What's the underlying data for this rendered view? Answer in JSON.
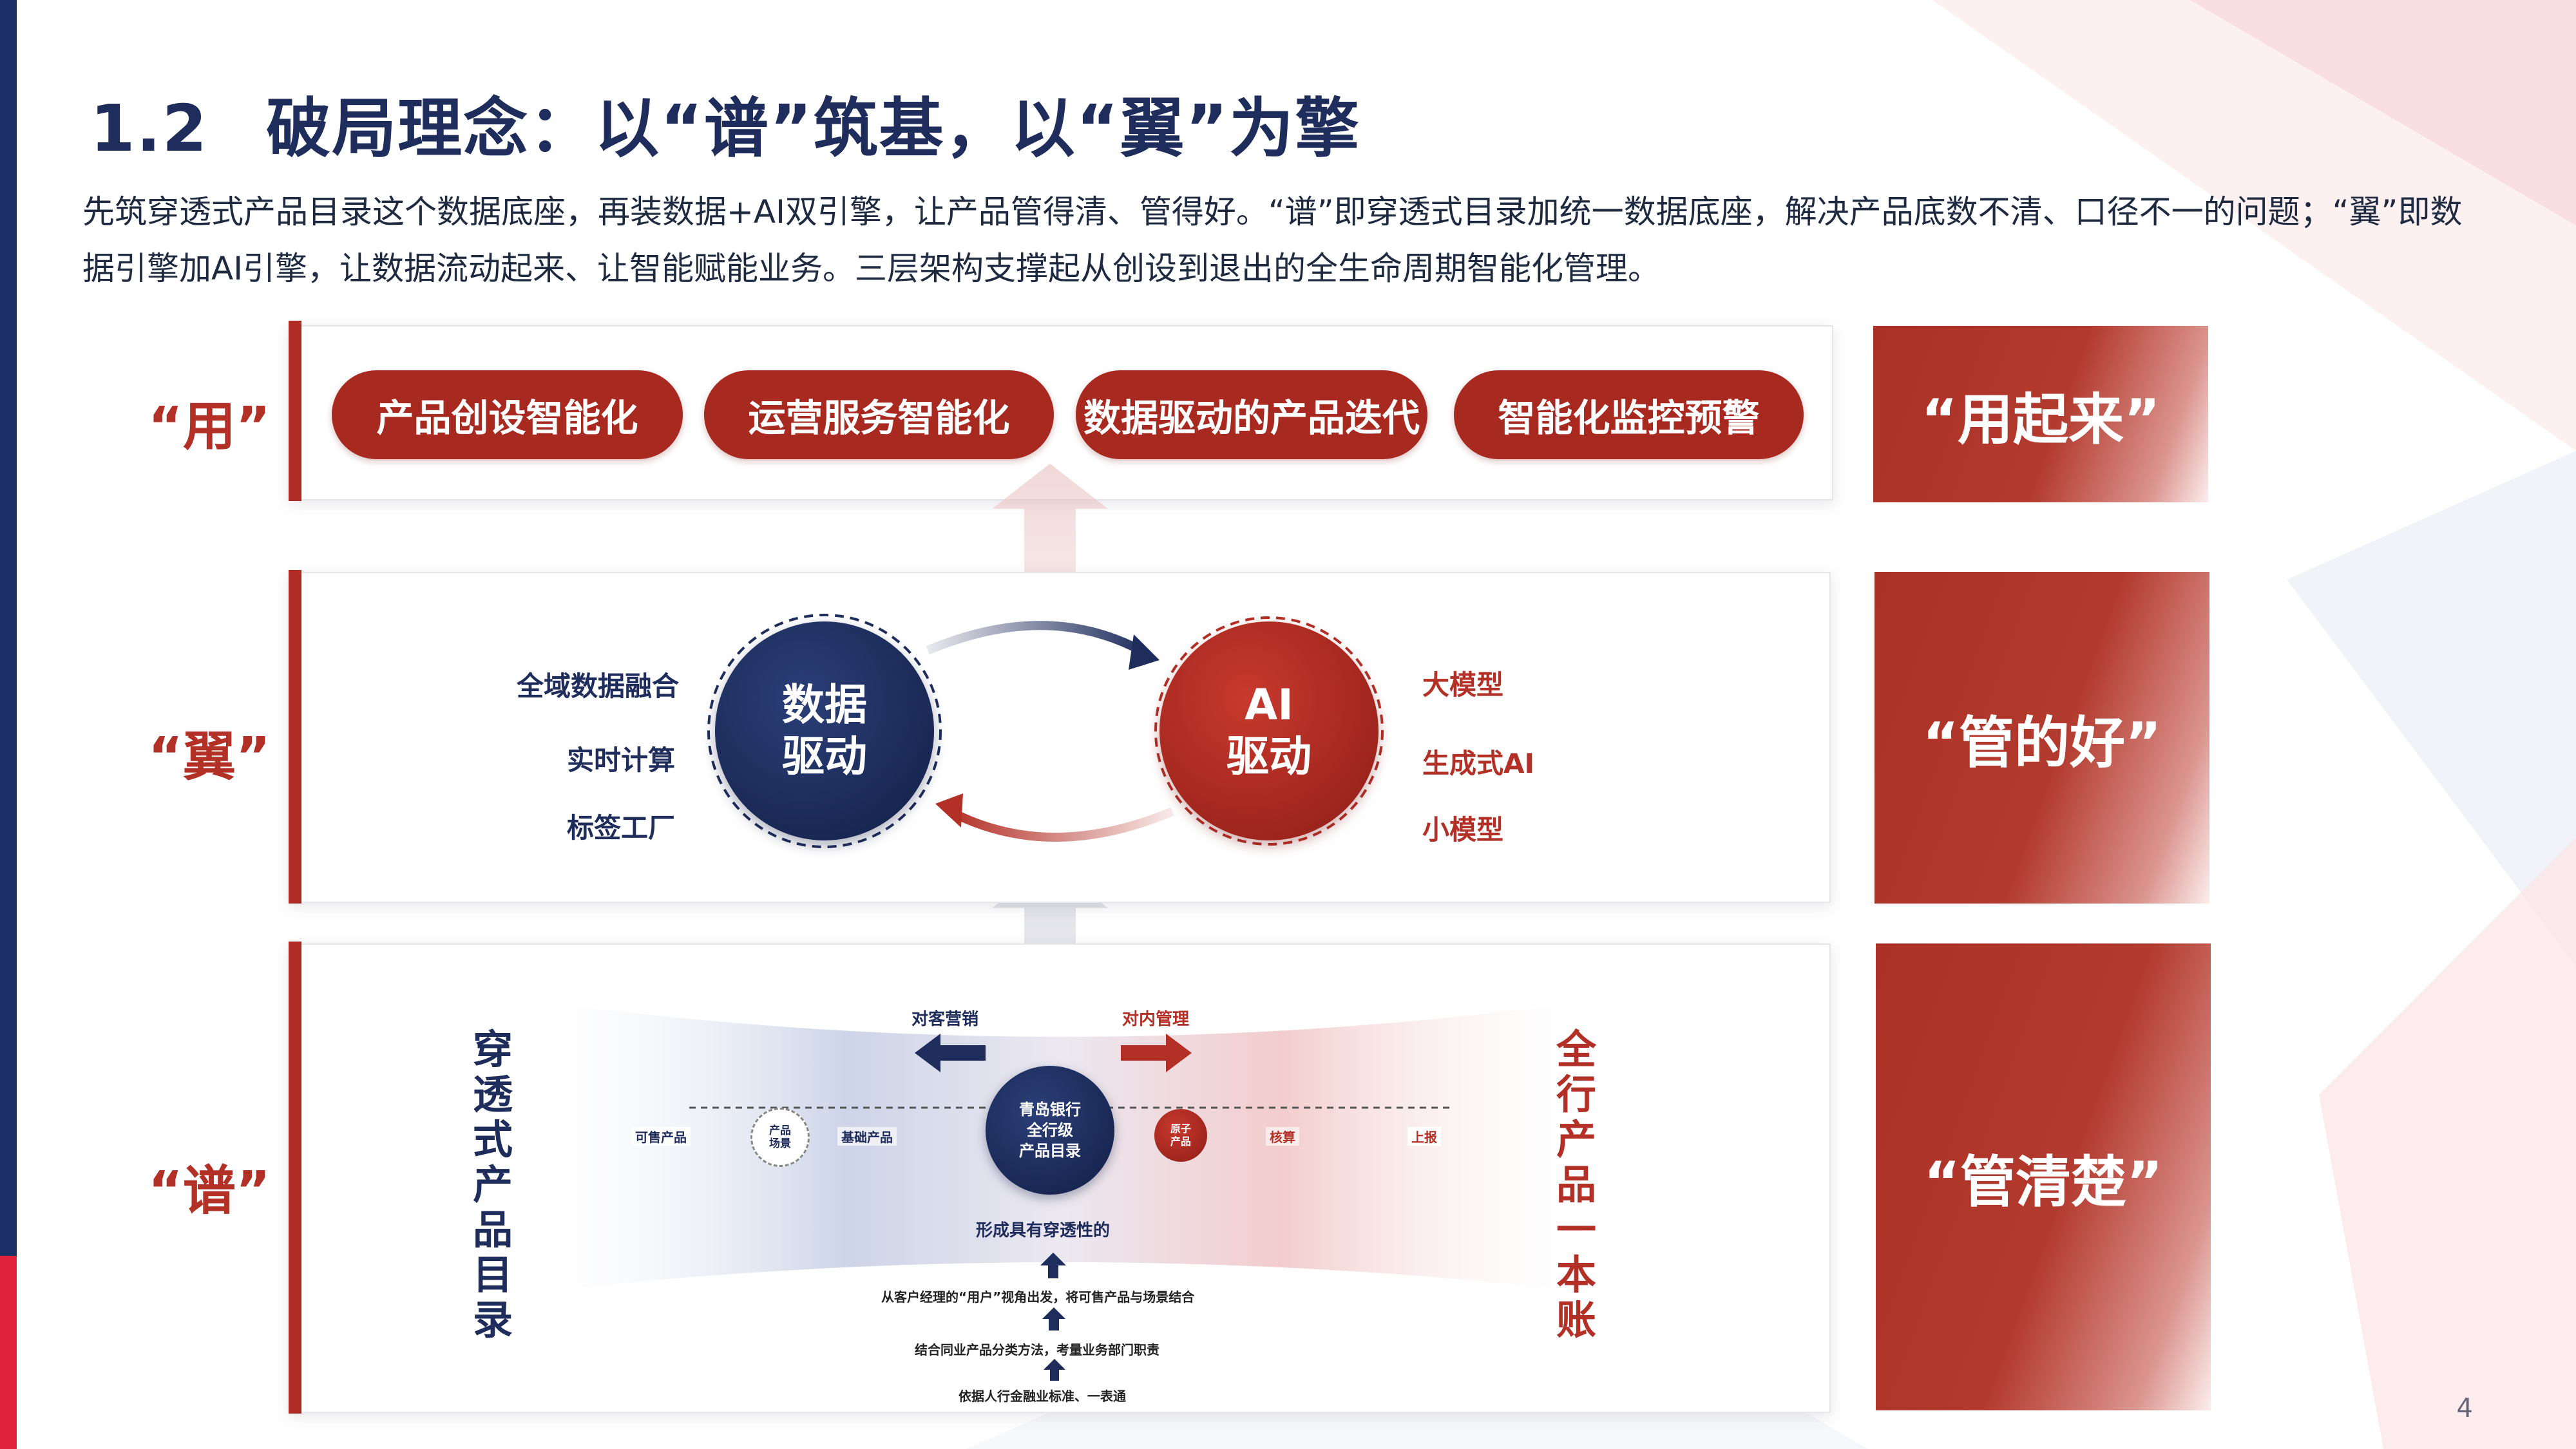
{
  "title": {
    "number": "1.2",
    "text": "破局理念：以“谱”筑基，以“翼”为擎"
  },
  "subtitle": "先筑穿透式产品目录这个数据底座，再装数据+AI双引擎，让产品管得清、管得好。“谱”即穿透式目录加统一数据底座，解决产品底数不清、口径不一的问题；“翼”即数据引擎加AI引擎，让数据流动起来、让智能赋能业务。三层架构支撑起从创设到退出的全生命周期智能化管理。",
  "layers": {
    "use": {
      "label": "“用”",
      "pills": [
        "产品创设智能化",
        "运营服务智能化",
        "数据驱动的产品迭代",
        "智能化监控预警"
      ],
      "tag": "“用起来”"
    },
    "wing": {
      "label": "“翼”",
      "left_items": [
        "全域数据融合",
        "实时计算",
        "标签工厂"
      ],
      "data_circle": [
        "数据",
        "驱动"
      ],
      "ai_circle": [
        "AI",
        "驱动"
      ],
      "right_items": [
        "大模型",
        "生成式AI",
        "小模型"
      ],
      "tag": "“管的好”"
    },
    "spectrum": {
      "label": "“谱”",
      "left_vertical": "穿透式产品目录",
      "right_vertical": "全行产品一本账",
      "arrow_left_label": "对客营销",
      "arrow_right_label": "对内管理",
      "center_circle": [
        "青岛银行",
        "全行级",
        "产品目录"
      ],
      "scene_circle": [
        "产品",
        "场景"
      ],
      "atom_circle": [
        "原子",
        "产品"
      ],
      "flow_left_1": "可售产品",
      "flow_left_2": "基础产品",
      "flow_right_1": "核算",
      "flow_right_2": "上报",
      "steps": [
        "形成具有穿透性的",
        "从客户经理的“用户”视角出发，将可售产品与场景结合",
        "结合同业产品分类方法，考量业务部门职责",
        "依据人行金融业标准、一表通"
      ],
      "tag": "“管清楚”"
    }
  },
  "page_number": "4",
  "colors": {
    "navy": "#1f2d5c",
    "red": "#b33027",
    "accent_red": "#e0233a"
  }
}
